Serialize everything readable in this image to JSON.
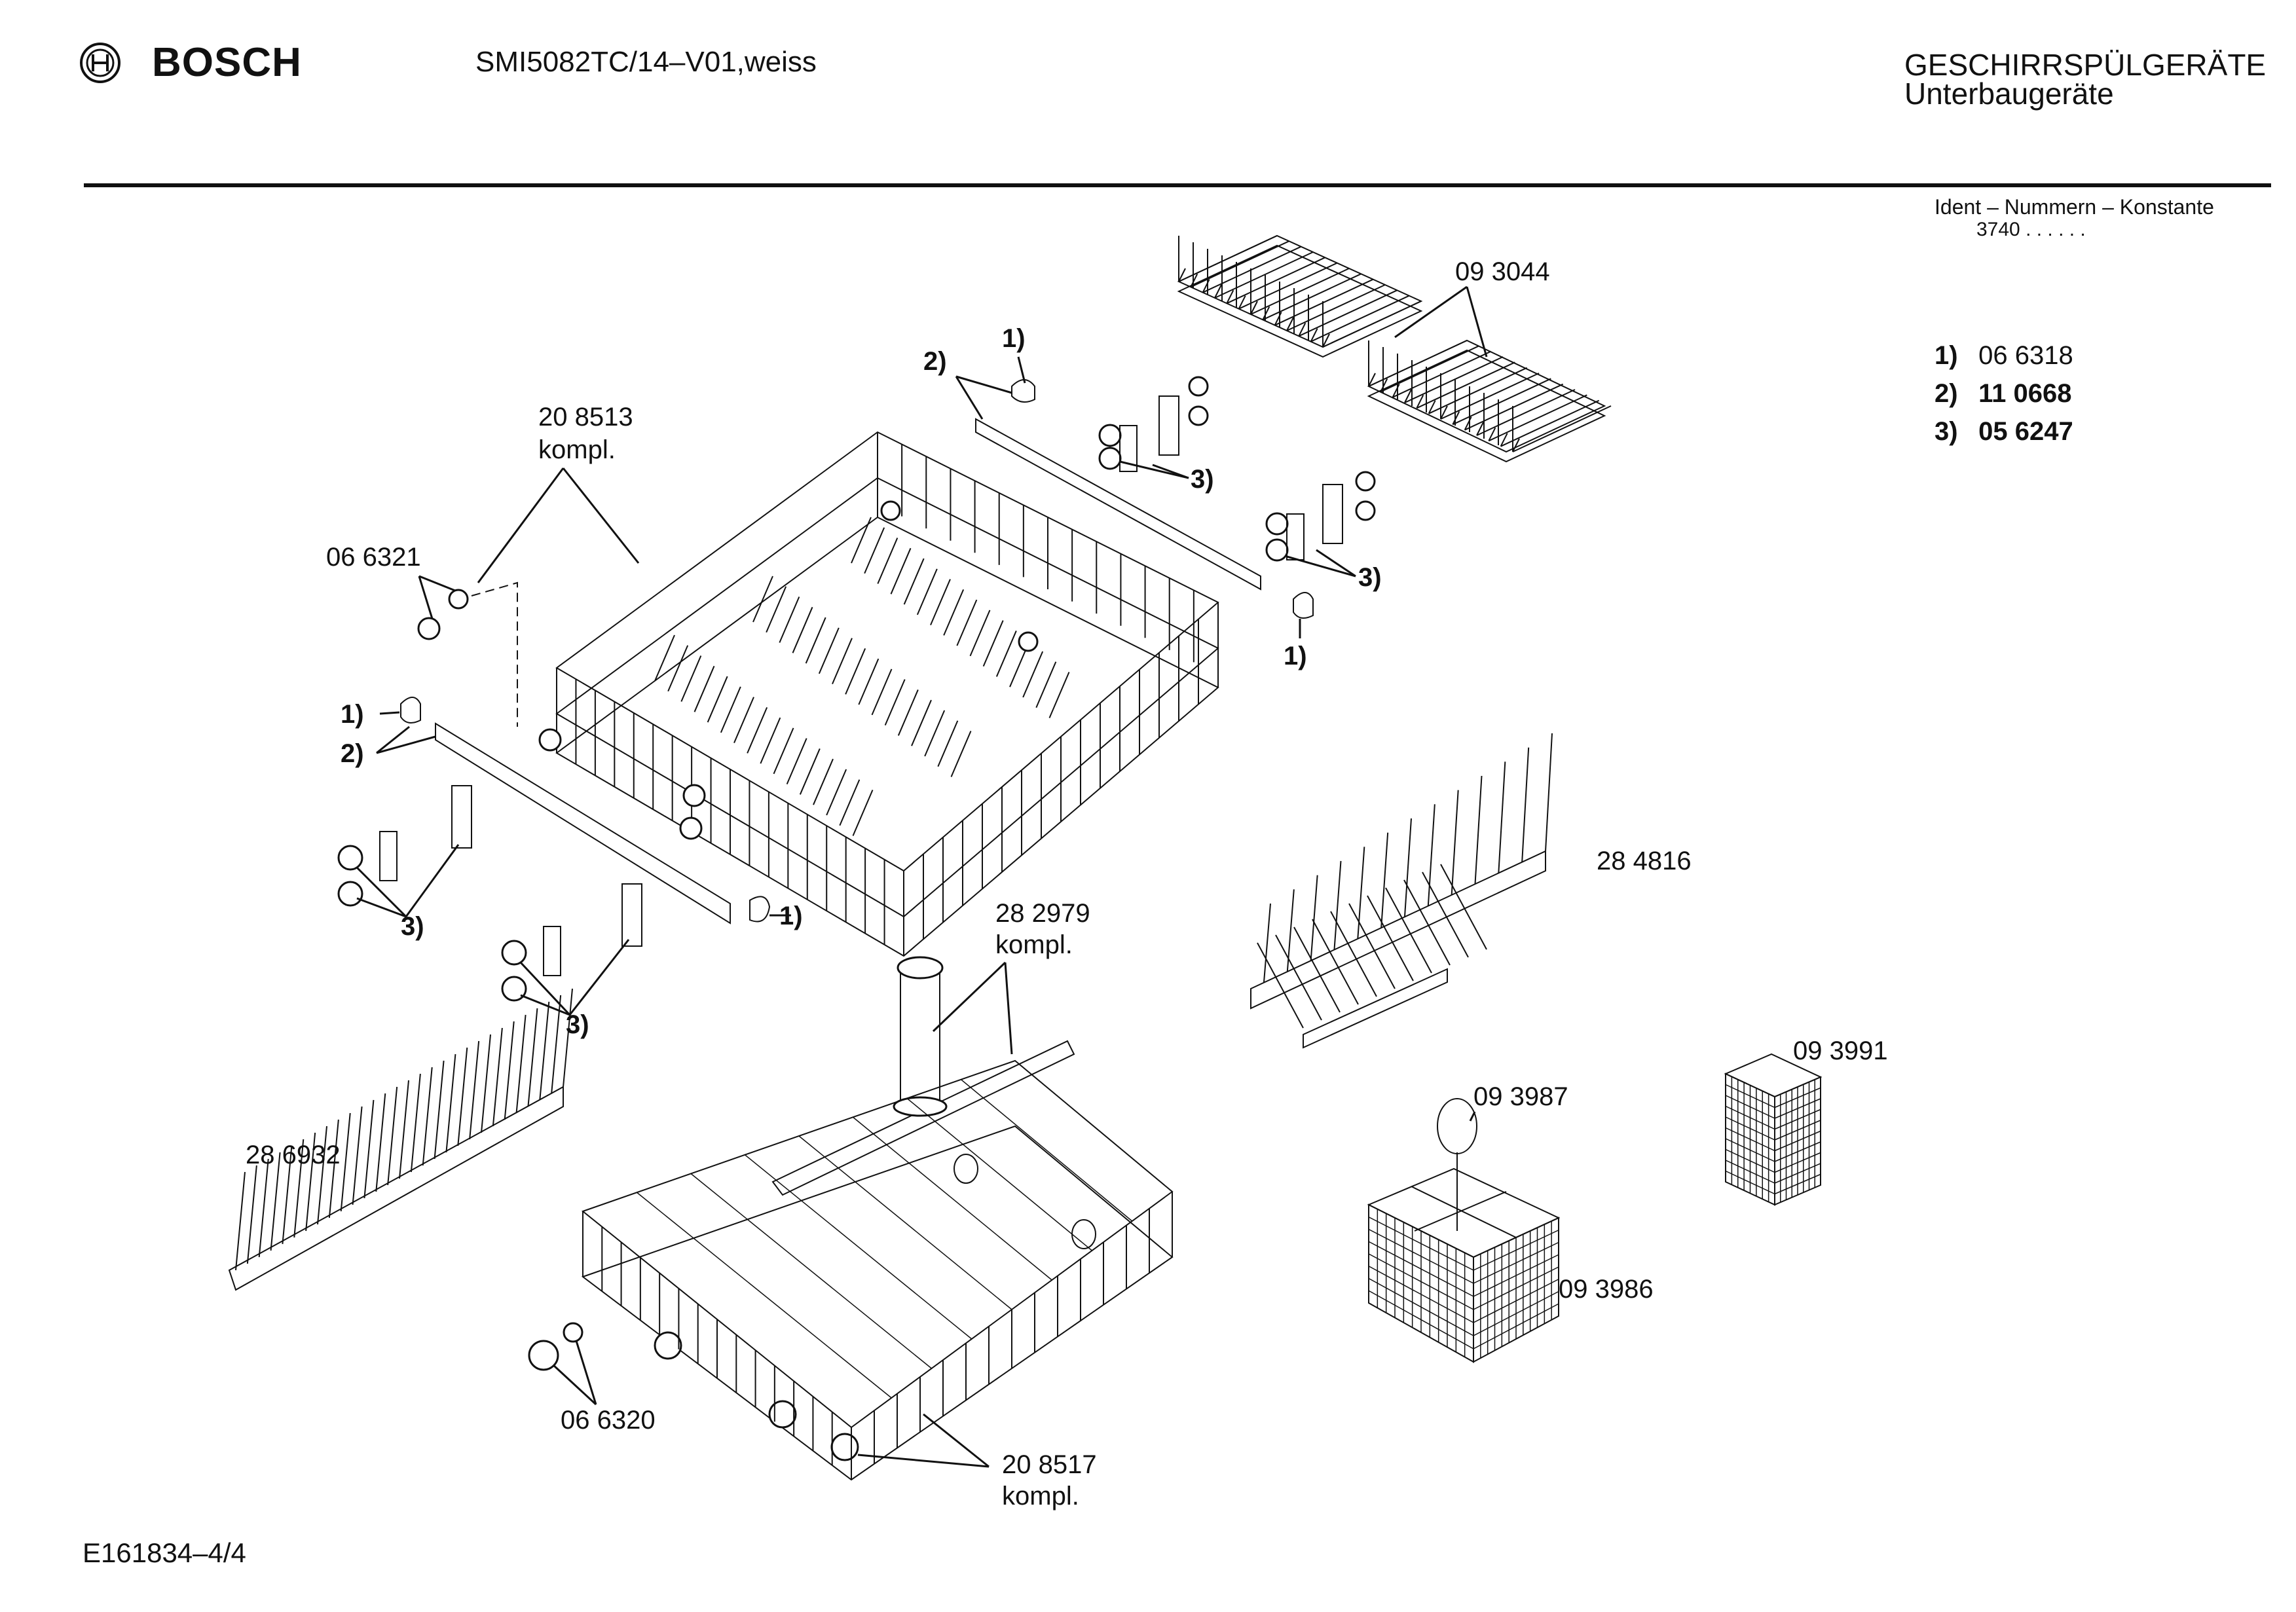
{
  "header": {
    "brand": "BOSCH",
    "model": "SMI5082TC/14–V01,weiss",
    "title_line1": "GESCHIRRSPÜLGERÄTE",
    "title_line2": "Unterbaugeräte"
  },
  "ident": {
    "heading": "Ident – Nummern – Konstante",
    "value": "3740 . . . . . ."
  },
  "references": [
    {
      "key": "1)",
      "number": "06 6318"
    },
    {
      "key": "2)",
      "number": "11 0668"
    },
    {
      "key": "3)",
      "number": "05 6247"
    }
  ],
  "parts": {
    "p093044": "09 3044",
    "p208513": "20 8513",
    "p208513k": "kompl.",
    "p066321": "06 6321",
    "p284816": "28 4816",
    "p282979": "28 2979",
    "p282979k": "kompl.",
    "p286932": "28 6932",
    "p093991": "09 3991",
    "p093987": "09 3987",
    "p093986": "09 3986",
    "p066320": "06 6320",
    "p208517": "20 8517",
    "p208517k": "kompl."
  },
  "callouts": {
    "c1": "1)",
    "c2": "2)",
    "c3": "3)"
  },
  "footer": {
    "code": "E161834–4/4"
  }
}
